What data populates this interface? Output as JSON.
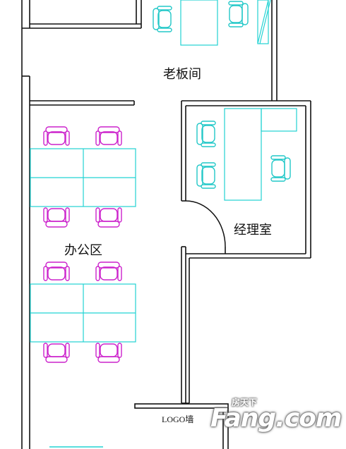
{
  "rooms": {
    "boss_office": "老板间",
    "manager_office": "经理室",
    "open_office": "办公区",
    "logo_wall": "LOGO墙"
  },
  "watermark": {
    "brand": "Fang.com",
    "sub": "房天下"
  },
  "colors": {
    "wall": "#111111",
    "furniture": "#22d3d3",
    "staff_chair": "#cc22cc",
    "boss_chair": "#22c8c8"
  }
}
